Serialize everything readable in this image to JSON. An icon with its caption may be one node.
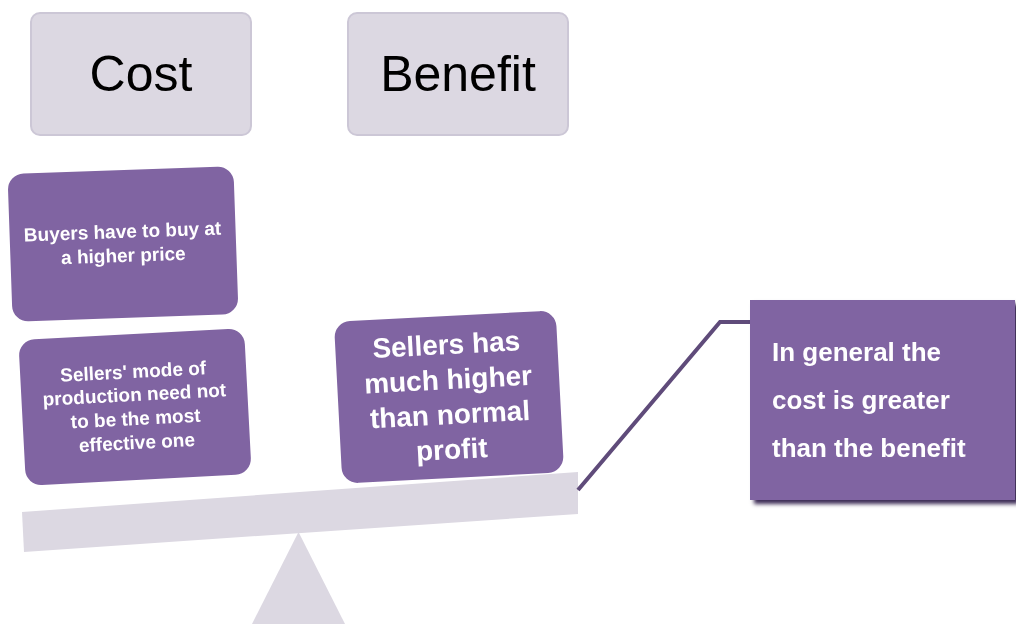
{
  "diagram": {
    "nodes": [
      {
        "text": [
          "Cost"
        ]
      },
      {
        "text": [
          "Benefit"
        ]
      },
      {
        "text": [
          "Buyers have to buy at a higher price"
        ]
      },
      {
        "text": [
          "Sellers' mode of production need not to be the most effective one"
        ]
      },
      {
        "text": [
          "Sellers has much higher than normal profit"
        ]
      },
      {
        "text": [
          "In general the cost is greater than the benefit"
        ]
      },
      {
        "text": [],
        "shape": "bar"
      },
      {
        "text": [],
        "shape": "triangle"
      }
    ],
    "edges": [
      {
        "from": 5,
        "to": 6,
        "arrow": "none"
      }
    ]
  }
}
